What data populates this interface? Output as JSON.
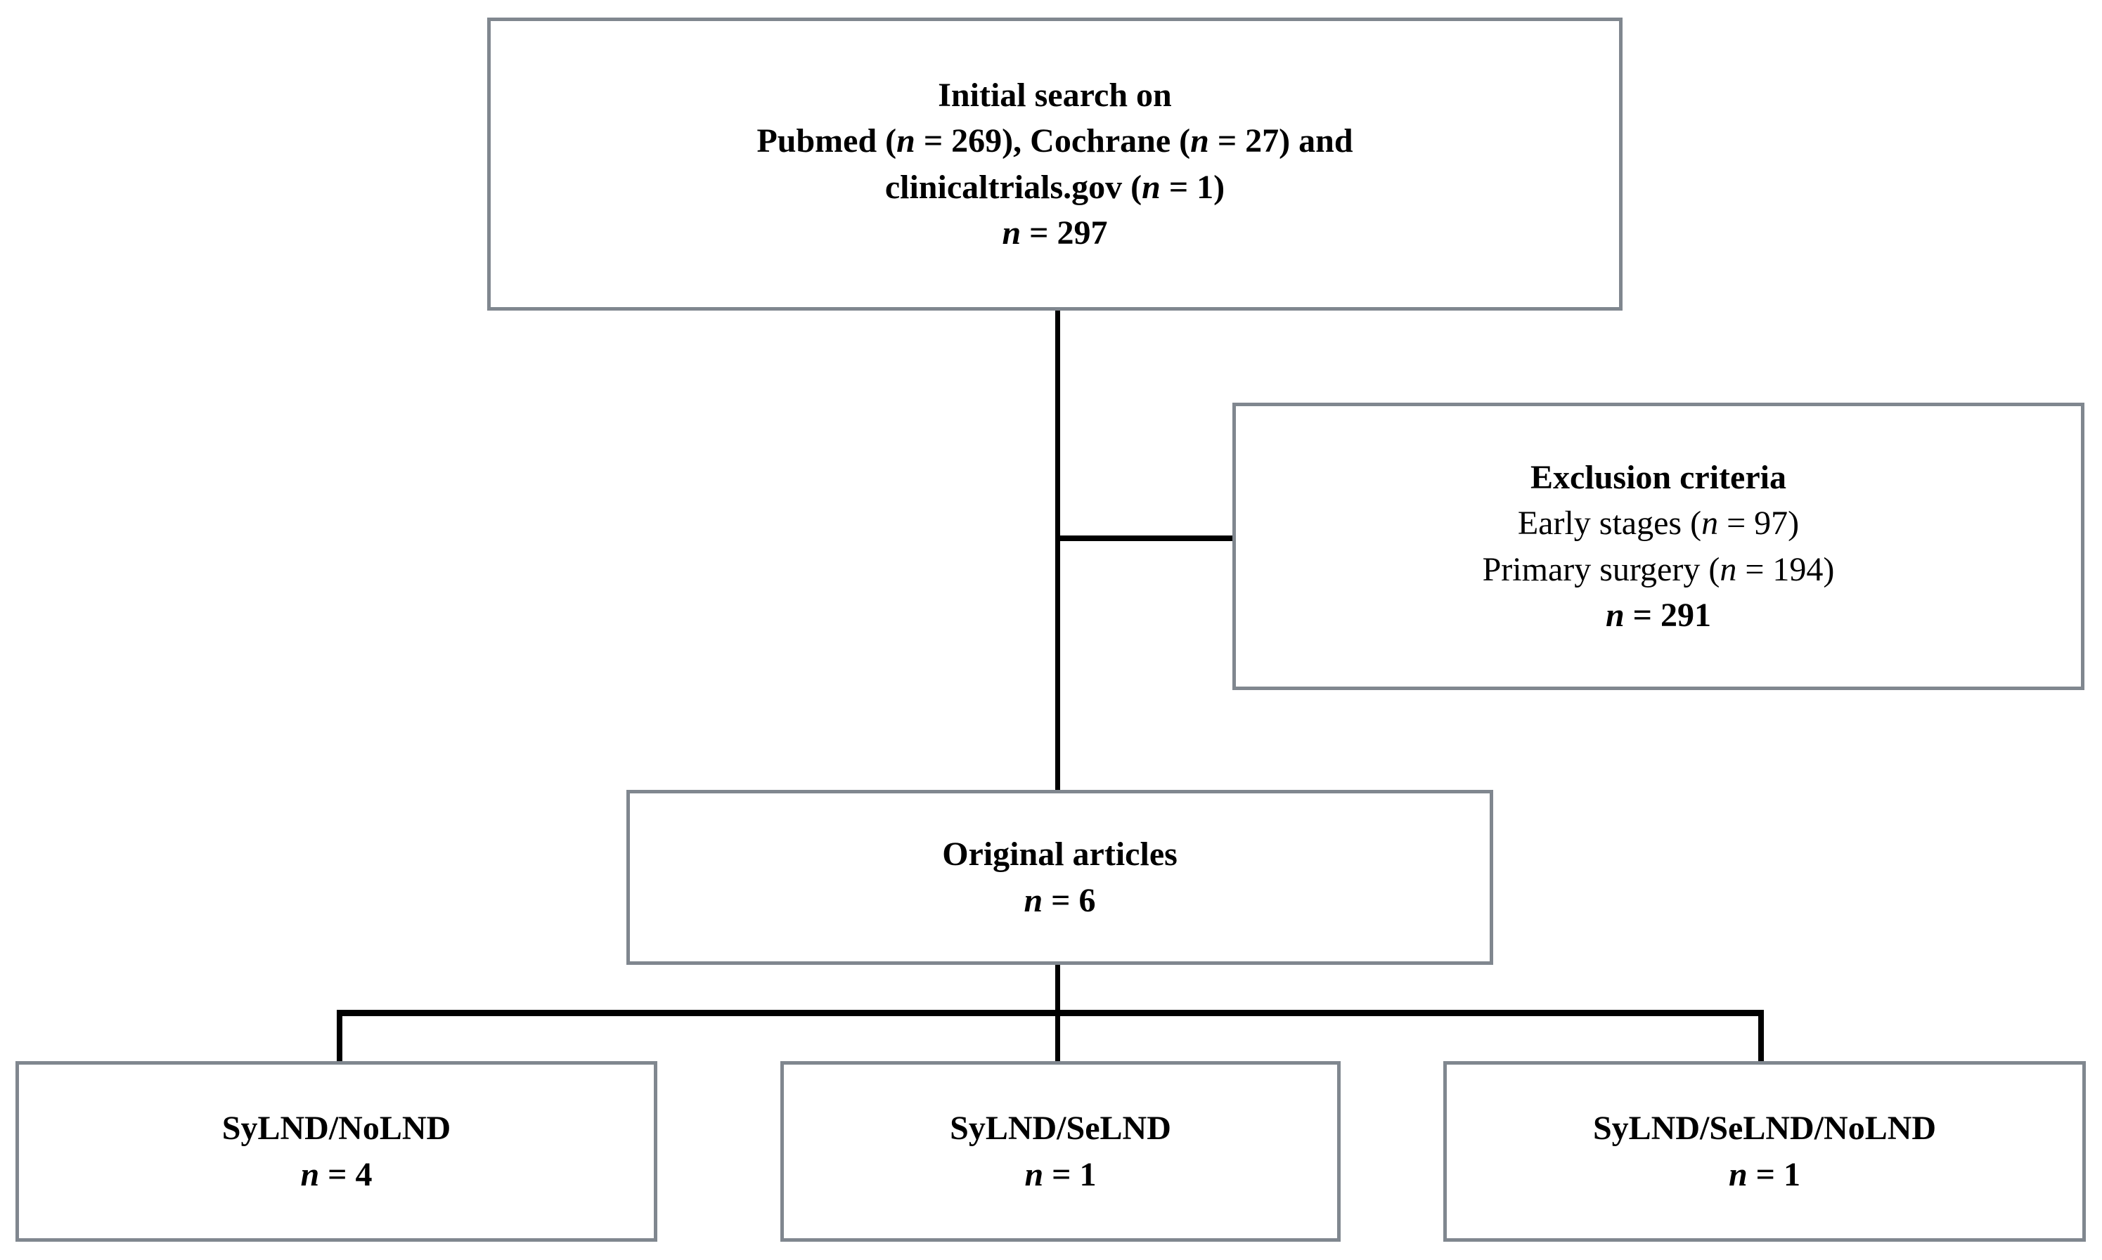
{
  "diagram": {
    "type": "flowchart",
    "background_color": "#ffffff",
    "box_border_color": "#80878f",
    "connector_color": "#000000",
    "text_color": "#000000",
    "nodes": {
      "initial_search": {
        "n": 297,
        "lines": [
          {
            "text": "Initial search on",
            "bold": true
          },
          {
            "text": "Pubmed (*n* = 269), Cochrane (*n* = 27) and",
            "bold": true
          },
          {
            "text": "clinicaltrials.gov (*n* = 1)",
            "bold": true
          },
          {
            "text": "*n* = 297",
            "bold": true
          }
        ]
      },
      "exclusion_criteria": {
        "n": 291,
        "lines": [
          {
            "text": "Exclusion criteria",
            "bold": true
          },
          {
            "text": "Early stages (*n* = 97)",
            "bold": false
          },
          {
            "text": "Primary surgery (*n* = 194)",
            "bold": false
          },
          {
            "text": "*n* = 291",
            "bold": true
          }
        ]
      },
      "original_articles": {
        "n": 6,
        "lines": [
          {
            "text": "Original articles",
            "bold": true
          },
          {
            "text": "*n* = 6",
            "bold": true
          }
        ]
      },
      "sylnd_nolnd": {
        "n": 4,
        "lines": [
          {
            "text": "SyLND/NoLND",
            "bold": true
          },
          {
            "text": "*n* = 4",
            "bold": true
          }
        ]
      },
      "sylnd_selnd": {
        "n": 1,
        "lines": [
          {
            "text": "SyLND/SeLND",
            "bold": true
          },
          {
            "text": "*n* = 1",
            "bold": true
          }
        ]
      },
      "sylnd_selnd_nolnd": {
        "n": 1,
        "lines": [
          {
            "text": "SyLND/SeLND/NoLND",
            "bold": true
          },
          {
            "text": "*n* = 1",
            "bold": true
          }
        ]
      }
    },
    "edges": [
      {
        "from": "initial_search",
        "to": "original_articles"
      },
      {
        "from": "initial_search",
        "to": "exclusion_criteria"
      },
      {
        "from": "original_articles",
        "to": "sylnd_nolnd"
      },
      {
        "from": "original_articles",
        "to": "sylnd_selnd"
      },
      {
        "from": "original_articles",
        "to": "sylnd_selnd_nolnd"
      }
    ]
  }
}
